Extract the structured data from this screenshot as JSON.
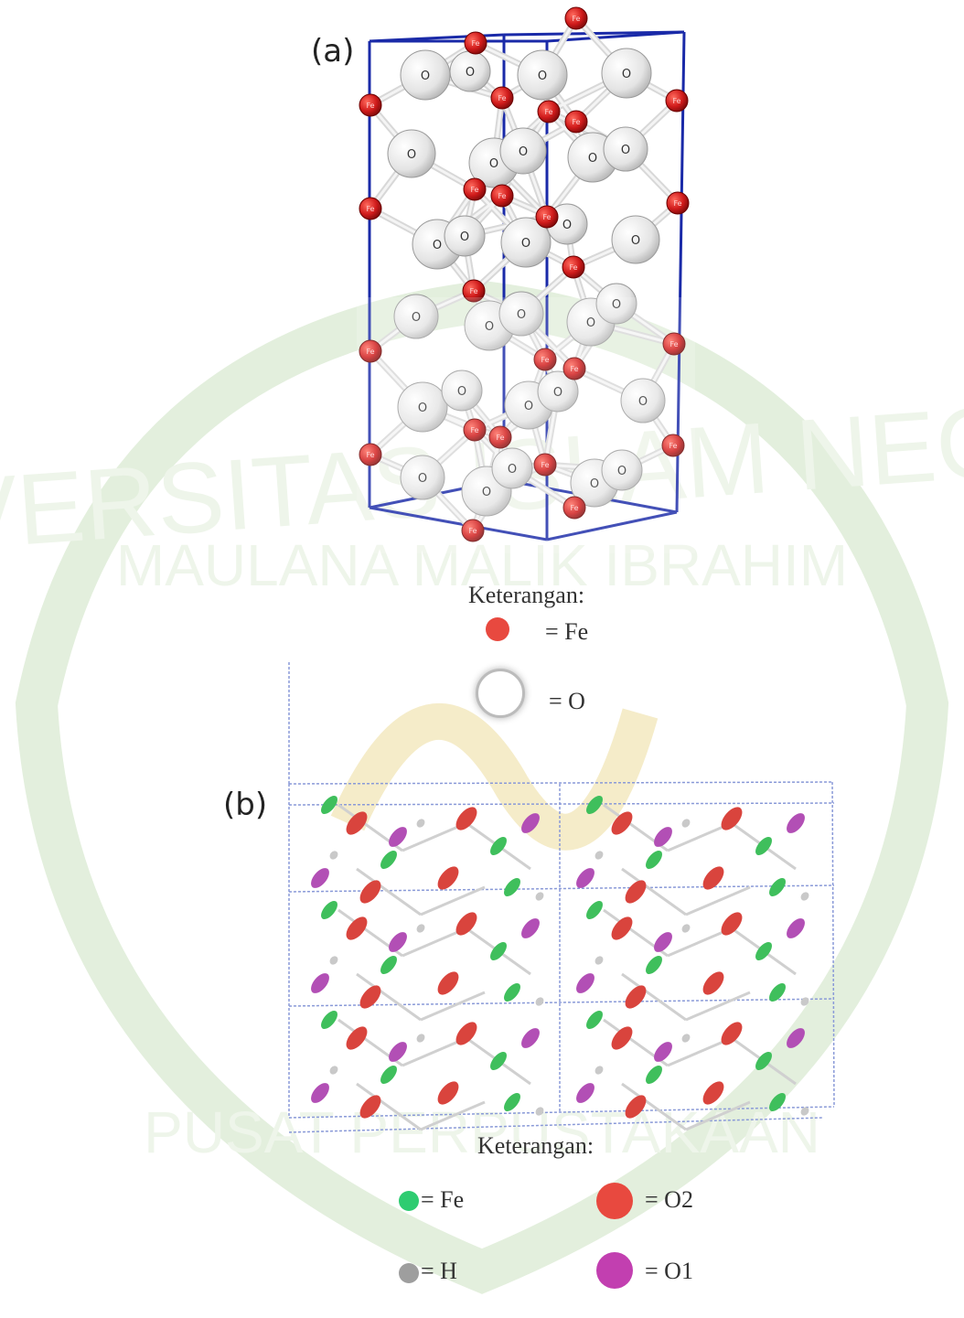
{
  "watermark": {
    "top_text": "UNIVERSITAS ISLAM NEGERI",
    "middle_text": "MAULANA MALIK IBRAHIM",
    "bottom_text": "PUSAT PERPUSTAKAAN"
  },
  "panel_a": {
    "label": "(a)",
    "atom_fe_text": "Fe",
    "atom_o_text": "O",
    "legend": {
      "title": "Keterangan:",
      "items": [
        {
          "symbol": "= Fe",
          "color": "#e8493f"
        },
        {
          "symbol": "= O",
          "color": "#ffffff"
        }
      ]
    }
  },
  "panel_b": {
    "label": "(b)",
    "legend": {
      "title": "Keterangan:",
      "items": [
        {
          "symbol": "= Fe",
          "color": "#2ecc71"
        },
        {
          "symbol": "= O2",
          "color": "#e8493f"
        },
        {
          "symbol": "= H",
          "color": "#9e9e9e"
        },
        {
          "symbol": "= O1",
          "color": "#c23fb0"
        }
      ]
    }
  },
  "colors": {
    "cell_edge_a": "#1a2aa8",
    "cell_edge_b": "#8a9ad8",
    "fe_red": "#c8161a",
    "o_white": "#e6e6e6",
    "watermark_green": "#e5f1e0"
  }
}
